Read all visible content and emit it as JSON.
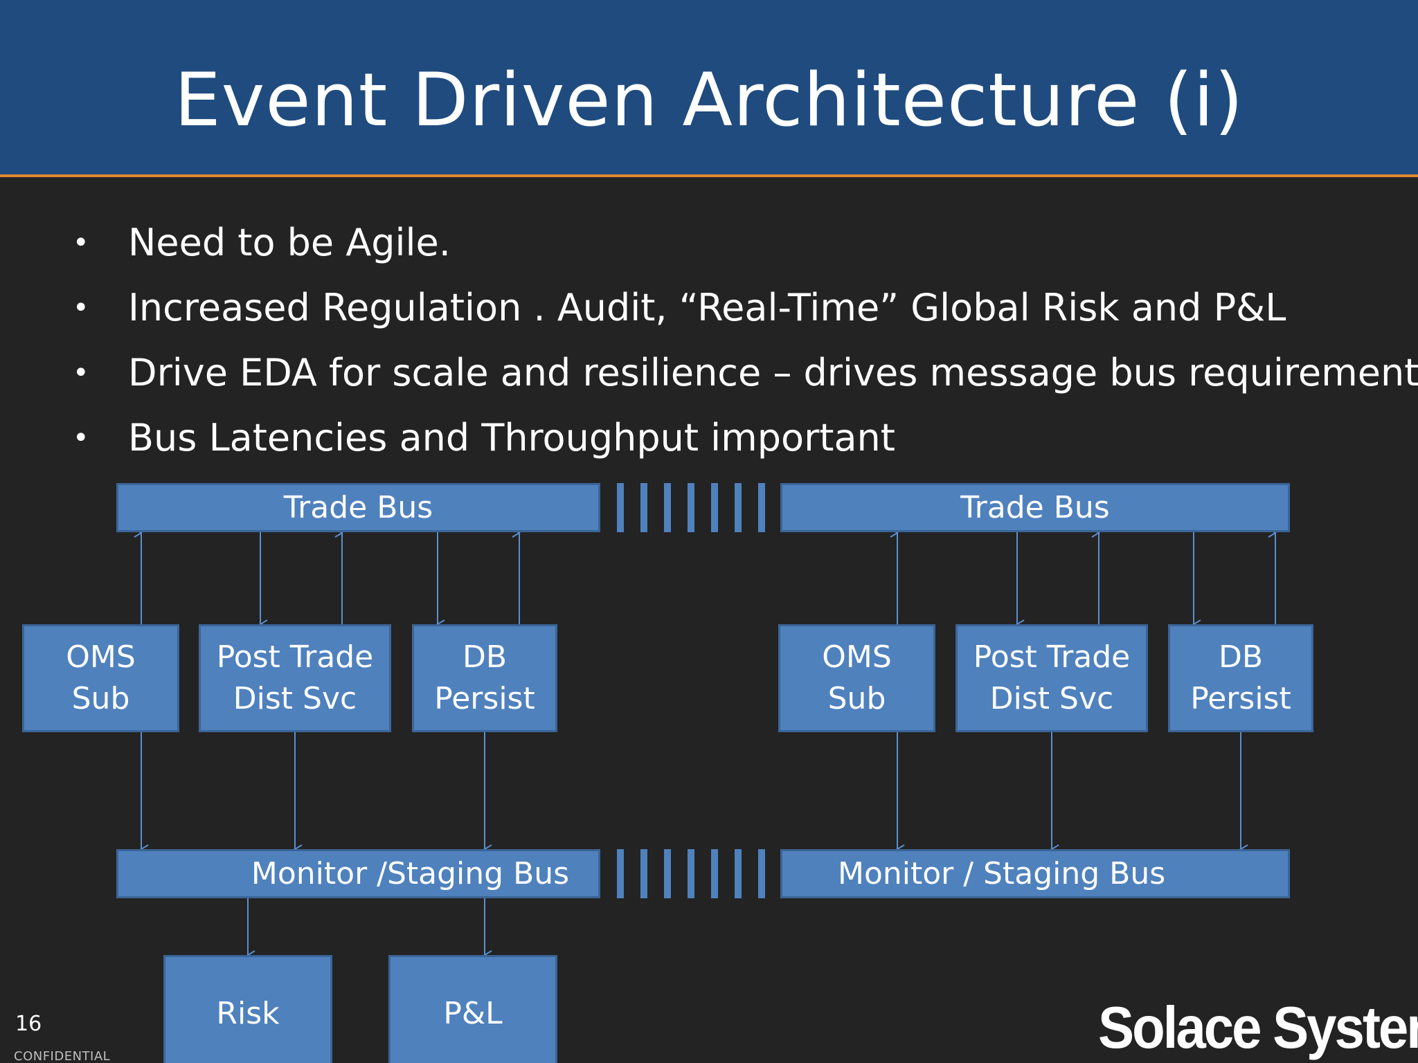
{
  "slide": {
    "title": "Event Driven Architecture (i)",
    "bullets": [
      "Need to be Agile.",
      "Increased Regulation . Audit, “Real-Time” Global Risk and P&L",
      "Drive EDA for scale and resilience – drives message bus requirements",
      "Bus Latencies and Throughput important"
    ],
    "bullet_glyph": "•",
    "page_number": "16",
    "confidential": "CONFIDENTIAL",
    "logo": "Solace Systems",
    "logo_mark": "®"
  },
  "diagram": {
    "left": {
      "trade_bus": "Trade Bus",
      "staging_bus": "Monitor /Staging Bus",
      "oms": [
        "OMS",
        "Sub"
      ],
      "post_trade": [
        "Post Trade",
        "Dist Svc"
      ],
      "db": [
        "DB",
        "Persist"
      ],
      "risk": "Risk",
      "pnl": "P&L"
    },
    "right": {
      "trade_bus": "Trade Bus",
      "staging_bus": "Monitor / Staging Bus",
      "oms": [
        "OMS",
        "Sub"
      ],
      "post_trade": [
        "Post Trade",
        "Dist Svc"
      ],
      "db": [
        "DB",
        "Persist"
      ]
    },
    "colors": {
      "header": "#1f4b7f",
      "header_rule": "#e08a2e",
      "background": "#232323",
      "box_fill": "#4f81bd",
      "box_border": "#3b6597",
      "arrow": "#5b8fd0"
    }
  }
}
